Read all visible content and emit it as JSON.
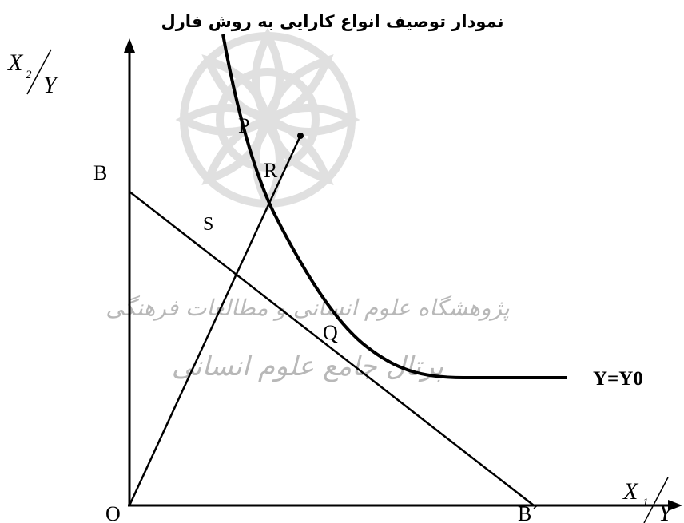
{
  "title": "نمودار توصیف انواع کارایی به روش فارل",
  "axes": {
    "y_label": {
      "var": "X",
      "sub": "2",
      "den": "Y"
    },
    "x_label": {
      "var": "X",
      "sub": "1",
      "den": "Y"
    }
  },
  "points": {
    "origin": "O",
    "b": "B",
    "b_prime": "B´",
    "p": "P",
    "r": "R",
    "s": "S",
    "q": "Q"
  },
  "isoquant_label": "Y=Y0",
  "watermark": {
    "line1": "پژوهشگاه علوم انسانی و مطالعات فرهنگی",
    "line2": "پرتال جامع علوم انسانی"
  },
  "colors": {
    "ink": "#000000",
    "watermark": "#c8c8c8"
  }
}
